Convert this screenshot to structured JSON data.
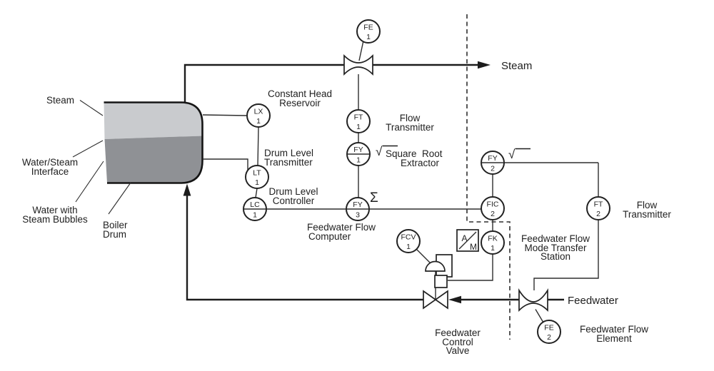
{
  "title": "Boiler Drum Level Control Diagram",
  "colors": {
    "background": "#ffffff",
    "line": "#1c1c1c",
    "drum_steam_fill": "#c9cbce",
    "drum_water_fill": "#8f9195",
    "text": "#1f1f1f"
  },
  "instruments": {
    "fe1": {
      "tag": "FE",
      "num": "1"
    },
    "ft1": {
      "tag": "FT",
      "num": "1"
    },
    "fy1": {
      "tag": "FY",
      "num": "1"
    },
    "fy3": {
      "tag": "FY",
      "num": "3"
    },
    "lx1": {
      "tag": "LX",
      "num": "1"
    },
    "lt1": {
      "tag": "LT",
      "num": "1"
    },
    "lc1": {
      "tag": "LC",
      "num": "1"
    },
    "fcv1": {
      "tag": "FCV",
      "num": "1"
    },
    "fy2": {
      "tag": "FY",
      "num": "2"
    },
    "fic2": {
      "tag": "FIC",
      "num": "2"
    },
    "fk1": {
      "tag": "FK",
      "num": "1"
    },
    "ft2": {
      "tag": "FT",
      "num": "2"
    },
    "fe2": {
      "tag": "FE",
      "num": "2"
    }
  },
  "labels": {
    "steam_left": "Steam",
    "interface_line1": "Water/Steam",
    "interface_line2": "Interface",
    "bubbles_line1": "Water with",
    "bubbles_line2": "Steam Bubbles",
    "boiler_line1": "Boiler",
    "boiler_line2": "Drum",
    "constant_head_line1": "Constant Head",
    "constant_head_line2": "Reservoir",
    "drum_level_transmitter_line1": "Drum Level",
    "drum_level_transmitter_line2": "Transmitter",
    "drum_level_controller_line1": "Drum Level",
    "drum_level_controller_line2": "Controller",
    "flow_transmitter_steam_line1": "Flow",
    "flow_transmitter_steam_line2": "Transmitter",
    "square_root_line1": "Square  Root",
    "square_root_line2": "Extractor",
    "feedwater_computer_line1": "Feedwater Flow",
    "feedwater_computer_line2": "Computer",
    "mode_station_line1": "Feedwater Flow",
    "mode_station_line2": "Mode Transfer",
    "mode_station_line3": "Station",
    "flow_transmitter_feedwater_line1": "Flow",
    "flow_transmitter_feedwater_line2": "Transmitter",
    "feedwater_in": "Feedwater",
    "feedwater_element_line1": "Feedwater Flow",
    "feedwater_element_line2": "Element",
    "control_valve_line1": "Feedwater",
    "control_valve_line2": "Control",
    "control_valve_line3": "Valve",
    "steam_out": "Steam"
  },
  "symbols": {
    "sigma": "Σ",
    "sqrt": "√",
    "auto": "A",
    "manual": "M"
  }
}
